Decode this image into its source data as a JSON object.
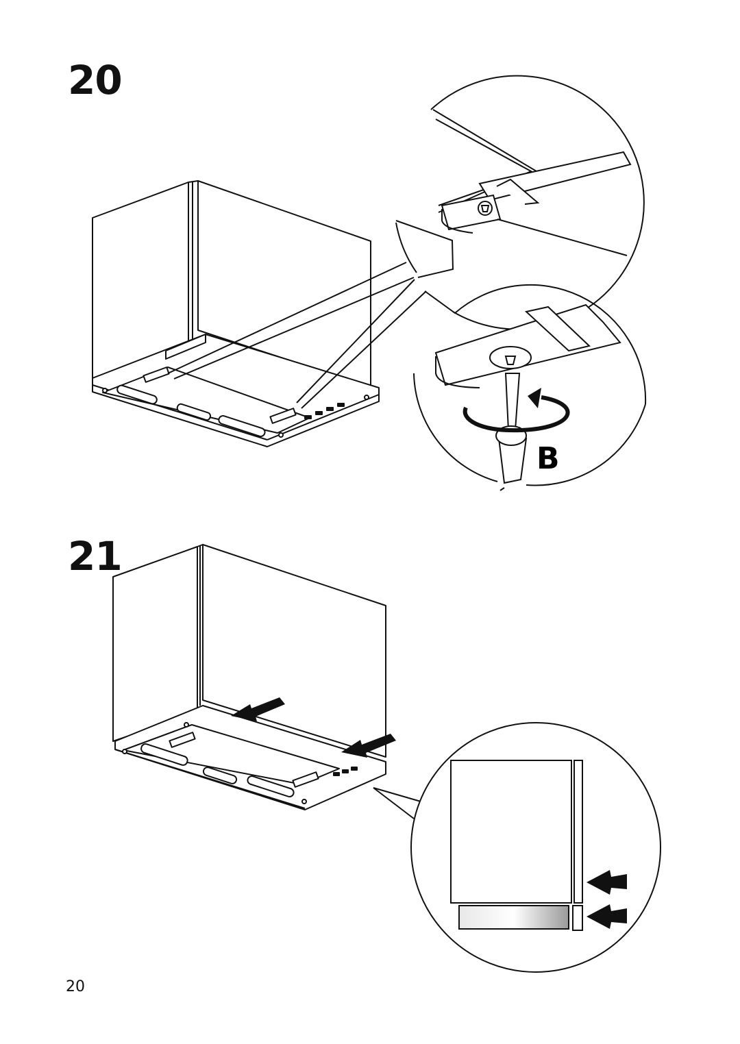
{
  "steps": [
    {
      "number": "20"
    },
    {
      "number": "21"
    }
  ],
  "detail_label": "B",
  "page_number": "20",
  "icons": [
    "rotate-arrow-icon",
    "pointer-arrow-icon",
    "screwdriver-icon",
    "screw-icon"
  ]
}
